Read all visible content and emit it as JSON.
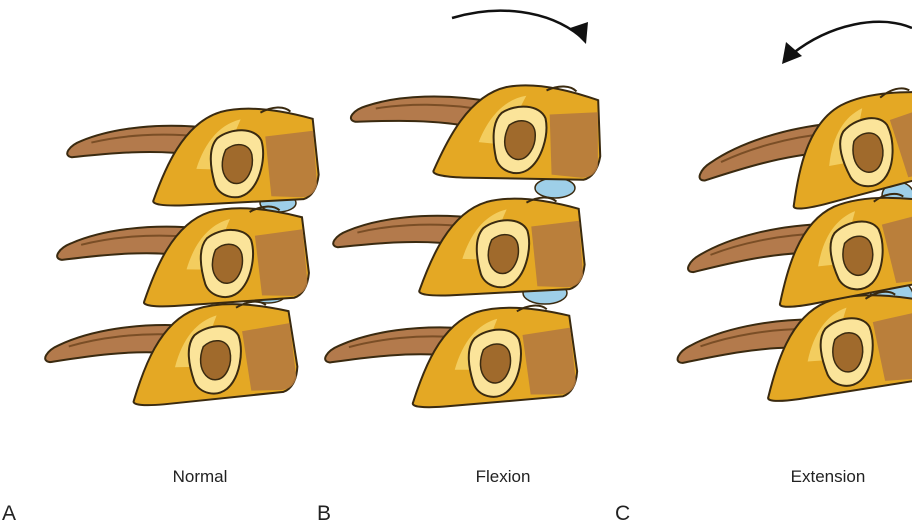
{
  "panels": [
    {
      "letter": "A",
      "caption": "Normal",
      "rotation_arrow": "none"
    },
    {
      "letter": "B",
      "caption": "Flexion",
      "rotation_arrow": "clockwise-arrow-icon"
    },
    {
      "letter": "C",
      "caption": "Extension",
      "rotation_arrow": "counterclockwise-arrow-icon"
    }
  ],
  "colors": {
    "vertebra_body": "#E4A824",
    "vertebra_outline": "#3a2a10",
    "vertebra_highlight": "#F6D46A",
    "vertebra_shadow": "#B57A3E",
    "facet_fill": "#FBE49A",
    "canal_fill": "#A06A2C",
    "spinous_process": "#B37A4C",
    "disc": "#9ECFE8",
    "arrow": "#111111"
  }
}
